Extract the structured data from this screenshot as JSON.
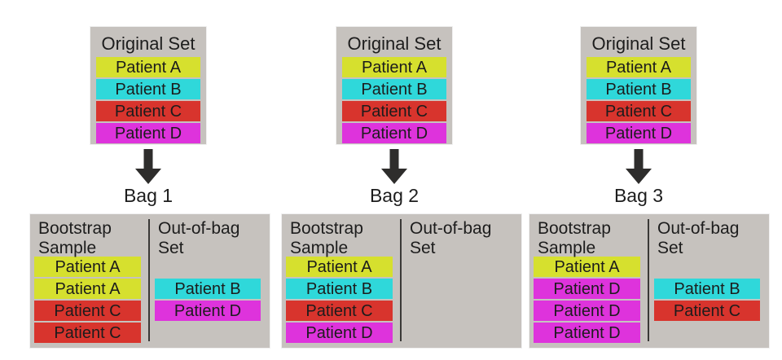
{
  "colors": {
    "box_bg": "#c6c2be",
    "divider": "#3a3937",
    "arrow": "#2e2d2c",
    "patient_a": "#d6e02e",
    "patient_b": "#2fd8da",
    "patient_c": "#d8342d",
    "patient_d": "#de33dc"
  },
  "original_set": {
    "title": "Original Set",
    "rows": [
      {
        "label": "Patient A",
        "color": "#d6e02e"
      },
      {
        "label": "Patient B",
        "color": "#2fd8da"
      },
      {
        "label": "Patient C",
        "color": "#d8342d"
      },
      {
        "label": "Patient D",
        "color": "#de33dc"
      }
    ]
  },
  "headers": {
    "bootstrap": [
      "Bootstrap",
      "Sample"
    ],
    "oob": [
      "Out-of-bag",
      "Set"
    ]
  },
  "bags": [
    {
      "label": "Bag 1",
      "bootstrap_rows": [
        {
          "label": "Patient A",
          "color": "#d6e02e"
        },
        {
          "label": "Patient A",
          "color": "#d6e02e"
        },
        {
          "label": "Patient C",
          "color": "#d8342d"
        },
        {
          "label": "Patient C",
          "color": "#d8342d"
        }
      ],
      "oob_rows": [
        {
          "label": "",
          "color": ""
        },
        {
          "label": "Patient B",
          "color": "#2fd8da"
        },
        {
          "label": "Patient D",
          "color": "#de33dc"
        },
        {
          "label": "",
          "color": ""
        }
      ]
    },
    {
      "label": "Bag 2",
      "bootstrap_rows": [
        {
          "label": "Patient A",
          "color": "#d6e02e"
        },
        {
          "label": "Patient B",
          "color": "#2fd8da"
        },
        {
          "label": "Patient C",
          "color": "#d8342d"
        },
        {
          "label": "Patient D",
          "color": "#de33dc"
        }
      ],
      "oob_rows": [
        {
          "label": "",
          "color": ""
        },
        {
          "label": "",
          "color": ""
        },
        {
          "label": "",
          "color": ""
        },
        {
          "label": "",
          "color": ""
        }
      ]
    },
    {
      "label": "Bag 3",
      "bootstrap_rows": [
        {
          "label": "Patient A",
          "color": "#d6e02e"
        },
        {
          "label": "Patient D",
          "color": "#de33dc"
        },
        {
          "label": "Patient D",
          "color": "#de33dc"
        },
        {
          "label": "Patient D",
          "color": "#de33dc"
        }
      ],
      "oob_rows": [
        {
          "label": "",
          "color": ""
        },
        {
          "label": "Patient B",
          "color": "#2fd8da"
        },
        {
          "label": "Patient C",
          "color": "#d8342d"
        },
        {
          "label": "",
          "color": ""
        }
      ]
    }
  ]
}
